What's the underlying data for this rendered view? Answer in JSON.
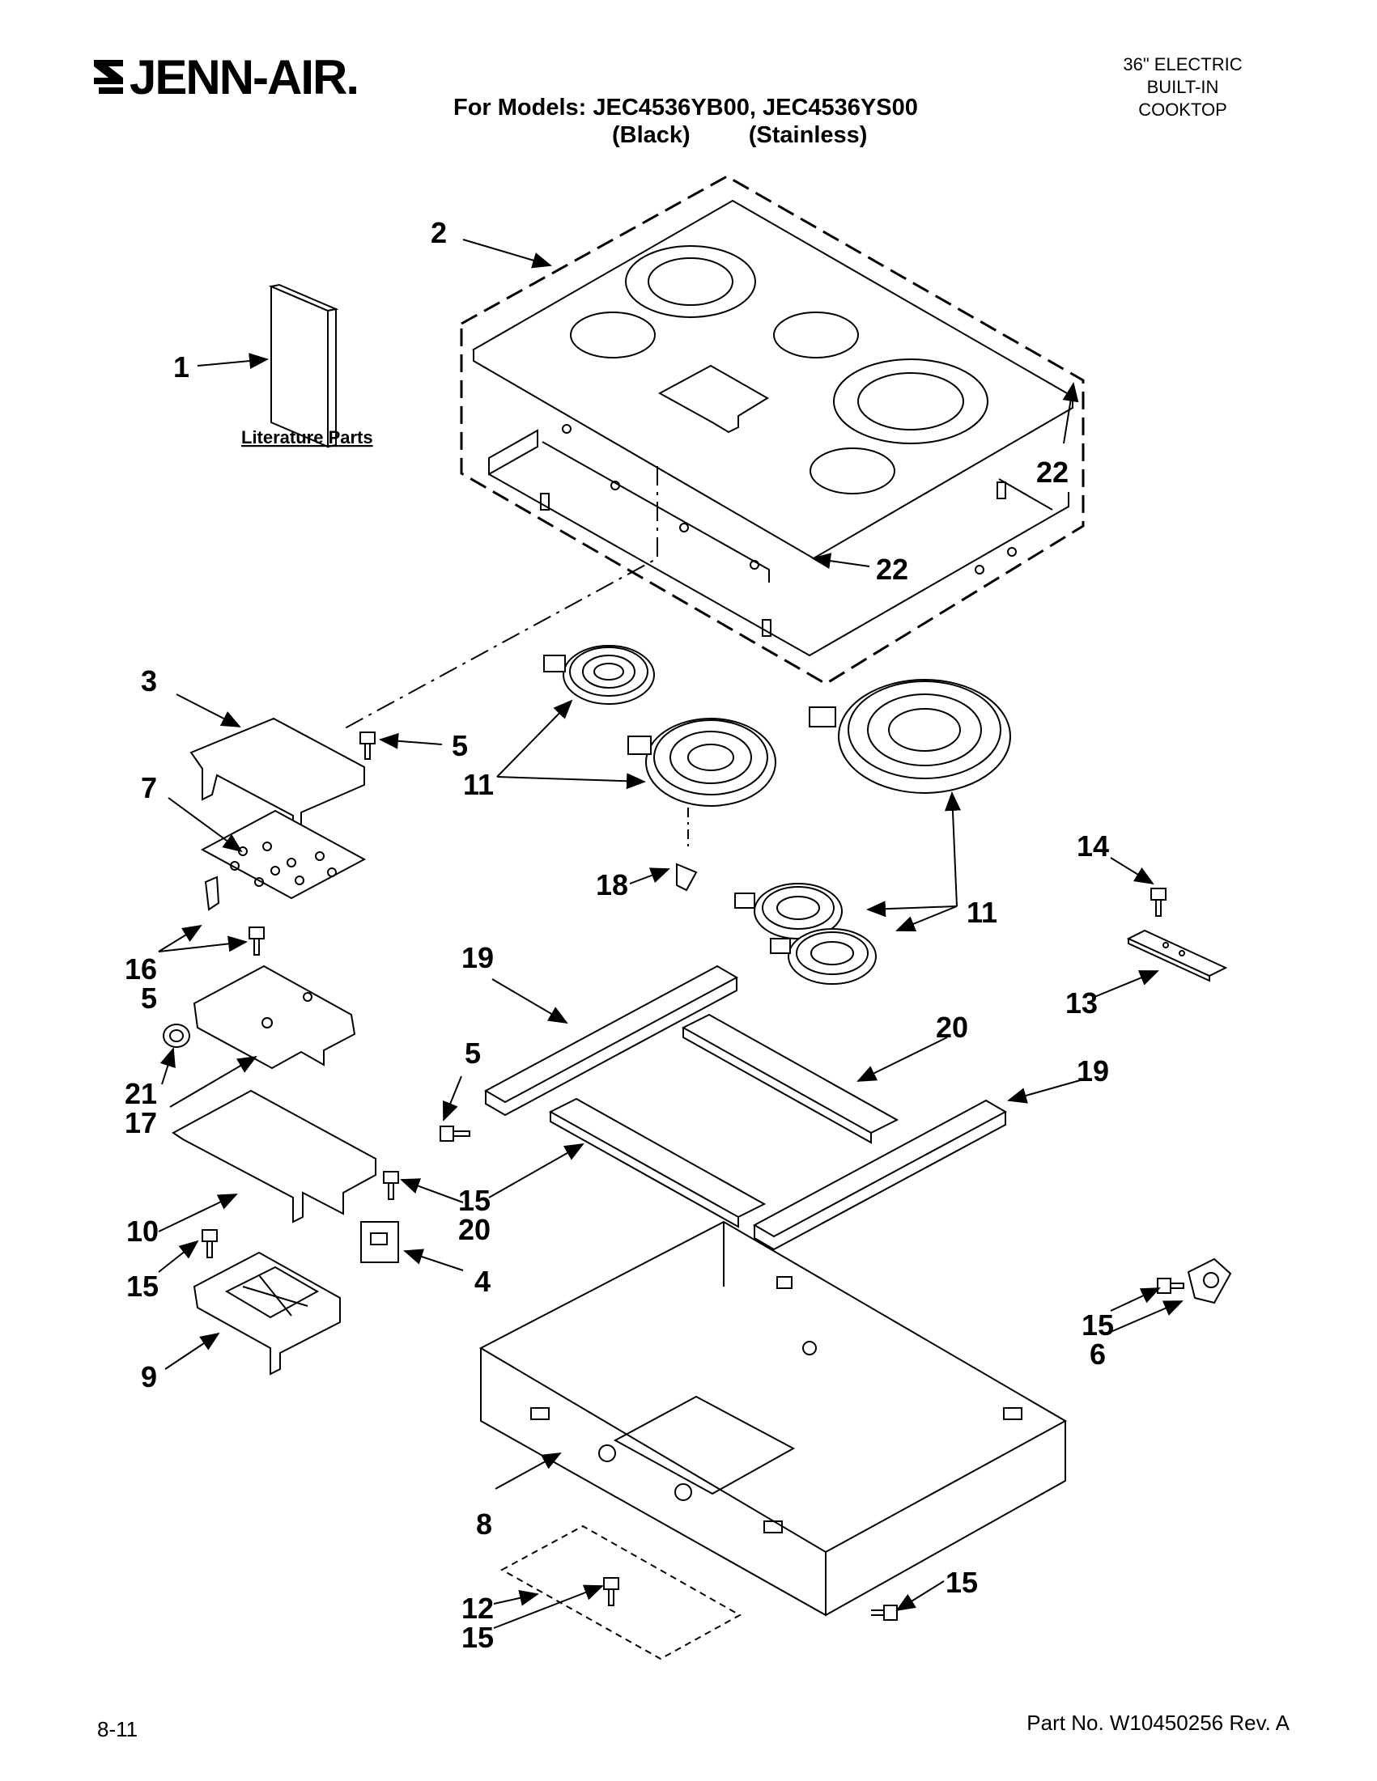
{
  "header": {
    "brand": "JENN-AIR.",
    "models_line1": "For Models: JEC4536YB00, JEC4536YS00",
    "models_black": "(Black)",
    "models_stainless": "(Stainless)",
    "product_line1": "36\" ELECTRIC",
    "product_line2": "BUILT-IN",
    "product_line3": "COOKTOP"
  },
  "diagram": {
    "literature_label": "Literature Parts",
    "callouts": [
      "2",
      "1",
      "22",
      "22",
      "3",
      "5",
      "11",
      "7",
      "14",
      "18",
      "11",
      "16",
      "5",
      "19",
      "13",
      "20",
      "5",
      "21",
      "17",
      "19",
      "15",
      "20",
      "10",
      "4",
      "15",
      "15",
      "6",
      "9",
      "8",
      "15",
      "12",
      "15"
    ]
  },
  "footer": {
    "date": "8-11",
    "part_number": "Part No. W10450256 Rev. A"
  }
}
